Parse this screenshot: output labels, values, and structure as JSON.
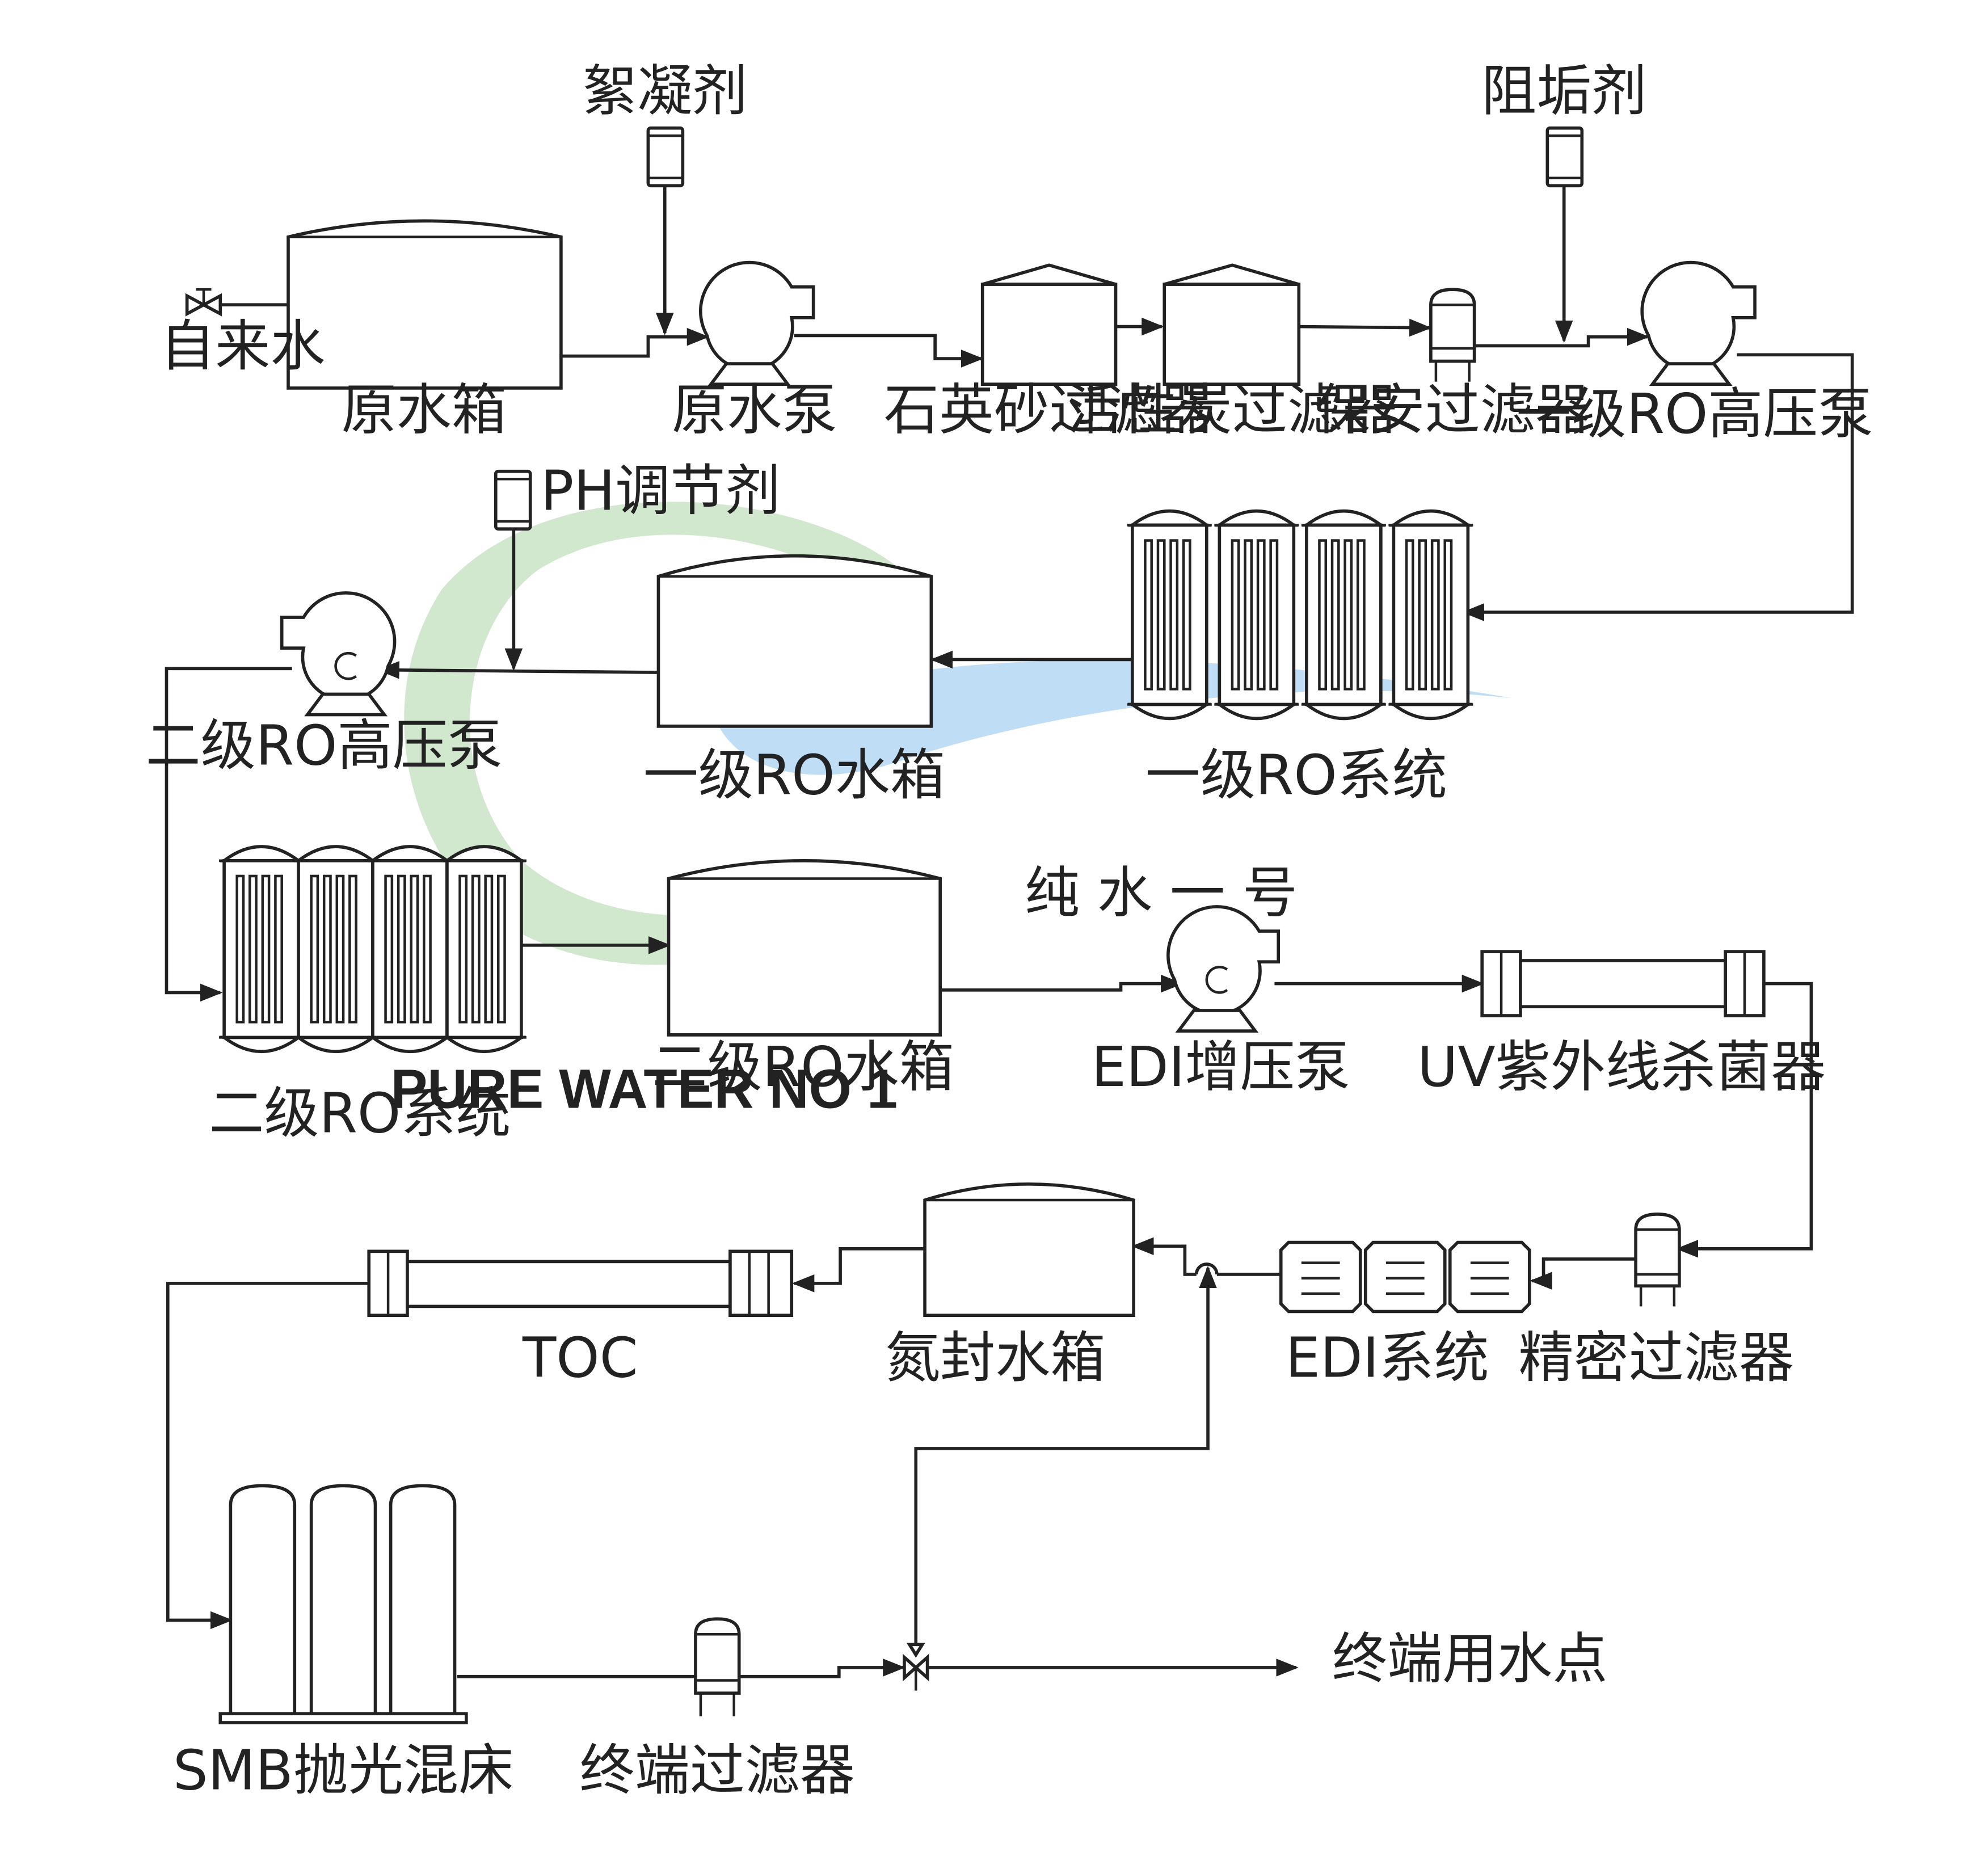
{
  "labels": {
    "city_water": "自来水",
    "raw_tank": "原水箱",
    "flocculant": "絮凝剂",
    "raw_pump": "原水泵",
    "sand_filter": "石英砂过滤器",
    "carbon_filter": "活性炭过滤器",
    "security_filter": "保安过滤器",
    "antiscalant": "阻垢剂",
    "ro1_pump": "一级RO高压泵",
    "ph_agent": "PH调节剂",
    "ro1_tank": "一级RO水箱",
    "ro1_system": "一级RO系统",
    "ro2_pump": "二级RO高压泵",
    "ro2_system": "二级RO系统",
    "ro2_tank": "二级RO水箱",
    "edi_pump": "EDI增压泵",
    "uv": "UV紫外线杀菌器",
    "precision_filter": "精密过滤器",
    "edi_system": "EDI系统",
    "n2_tank": "氮封水箱",
    "toc": "TOC",
    "smb": "SMB抛光混床",
    "terminal_filter": "终端过滤器",
    "use_point": "终端用水点"
  },
  "watermark": {
    "brand_cn": "纯 水 一 号",
    "brand_en": "PURE WATER NO 1",
    "registered": "®"
  },
  "colors": {
    "line": "#222222",
    "watermark_green": "#cfe6cb",
    "watermark_blue": "#bcdcf4",
    "watermark_gray": "#bdbdbd"
  }
}
